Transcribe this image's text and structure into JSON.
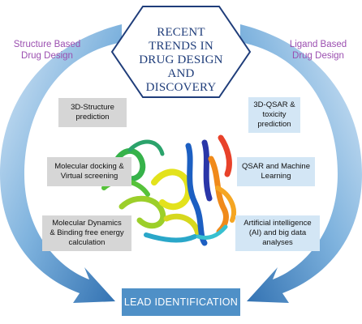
{
  "center_title": [
    "RECENT",
    "TRENDS IN",
    "DRUG DESIGN",
    "AND",
    "DISCOVERY"
  ],
  "left_title": [
    "Structure Based",
    "Drug Design"
  ],
  "right_title": [
    "Ligand Based",
    "Drug Design"
  ],
  "left_boxes": [
    [
      "3D-Structure",
      "prediction"
    ],
    [
      "Molecular docking &",
      "Virtual screening"
    ],
    [
      "Molecular Dynamics",
      "& Binding free energy",
      "calculation"
    ]
  ],
  "right_boxes": [
    [
      "3D-QSAR &",
      "toxicity",
      "prediction"
    ],
    [
      "QSAR and Machine",
      "Learning"
    ],
    [
      "Artificial intelligence",
      "(AI) and big data",
      "analyses"
    ]
  ],
  "lead": "LEAD IDENTIFICATION",
  "colors": {
    "arrow": "#5b9fd3",
    "box_left": "#d6d6d6",
    "box_right": "#d3e6f5",
    "lead_box": "#4f90c7",
    "title_text": "#1f3d7a",
    "side_title": "#9b4fb0"
  },
  "icons": [
    "protein-ribbon-structure"
  ]
}
